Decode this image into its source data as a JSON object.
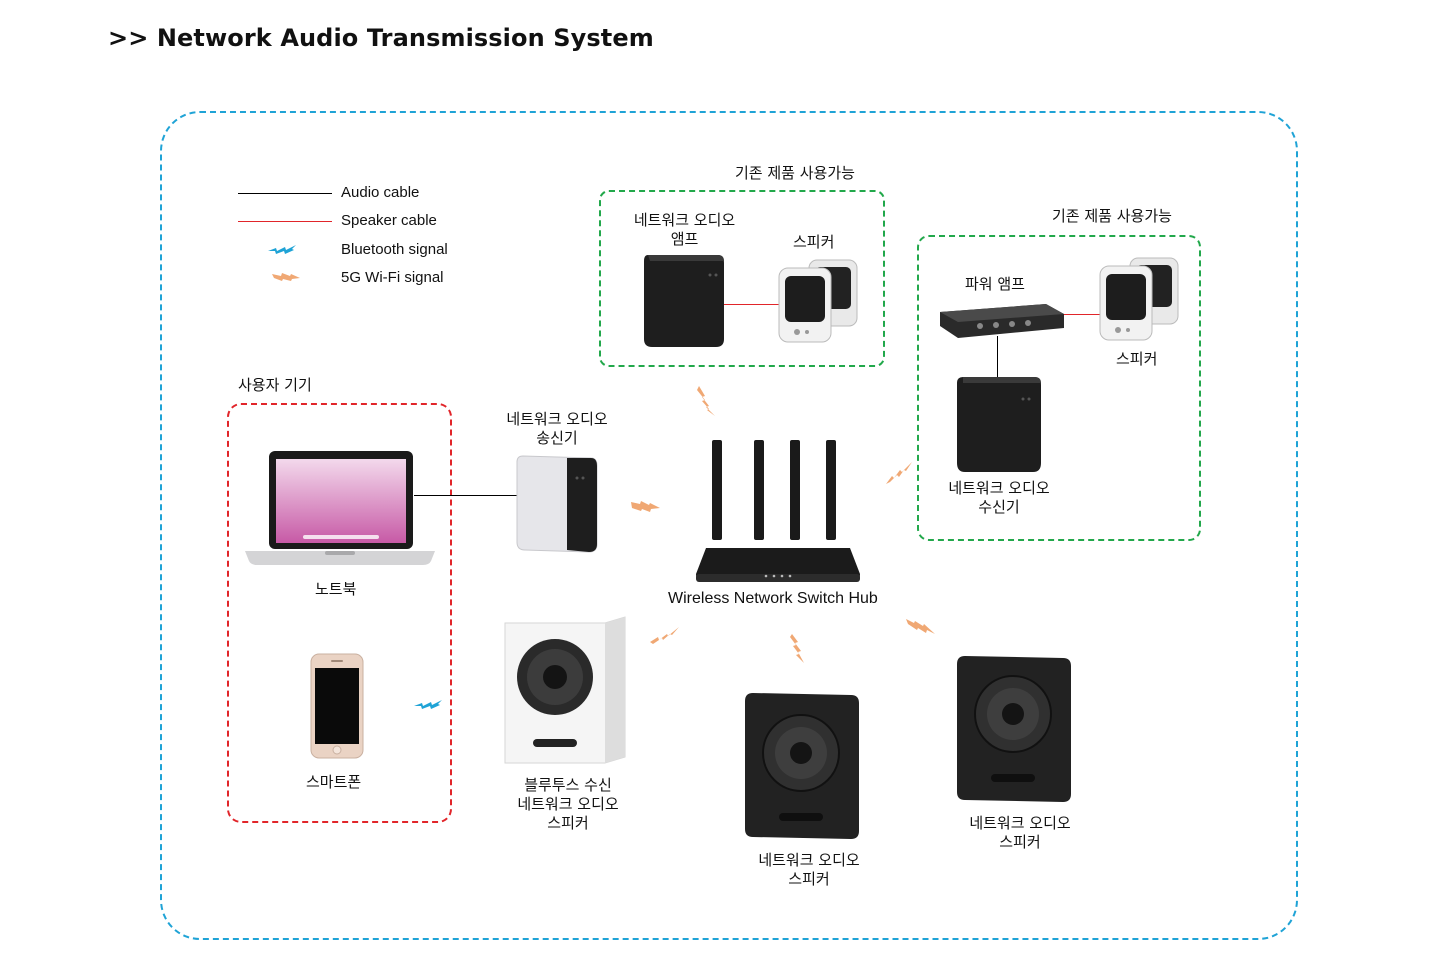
{
  "title": ">> Network Audio Transmission System",
  "legend": {
    "audio_cable": "Audio cable",
    "speaker_cable": "Speaker cable",
    "bluetooth": "Bluetooth signal",
    "wifi": "5G Wi-Fi signal"
  },
  "groups": {
    "existing_1": "기존 제품 사용가능",
    "existing_2": "기존 제품 사용가능",
    "user_devices": "사용자 기기"
  },
  "labels": {
    "amp_line1": "네트워크 오디오",
    "amp_line2": "앰프",
    "speaker_top": "스피커",
    "power_amp": "파워 앰프",
    "speaker_right": "스피커",
    "receiver_line1": "네트워크 오디오",
    "receiver_line2": "수신기",
    "transmitter_line1": "네트워크 오디오",
    "transmitter_line2": "송신기",
    "hub": "Wireless Network Switch Hub",
    "laptop": "노트북",
    "smartphone": "스마트폰",
    "bt_speaker_line1": "블루투스 수신",
    "bt_speaker_line2": "네트워크 오디오",
    "bt_speaker_line3": "스피커",
    "net_speaker1_line1": "네트워크 오디오",
    "net_speaker1_line2": "스피커",
    "net_speaker2_line1": "네트워크 오디오",
    "net_speaker2_line2": "스피커"
  },
  "colors": {
    "outer_border": "#1fa3d6",
    "group_border": "#22a84b",
    "user_border": "#e1252a",
    "audio_cable": "#000000",
    "speaker_cable": "#e1252a",
    "bluetooth": "#1fa3d6",
    "wifi": "#f0a874"
  }
}
